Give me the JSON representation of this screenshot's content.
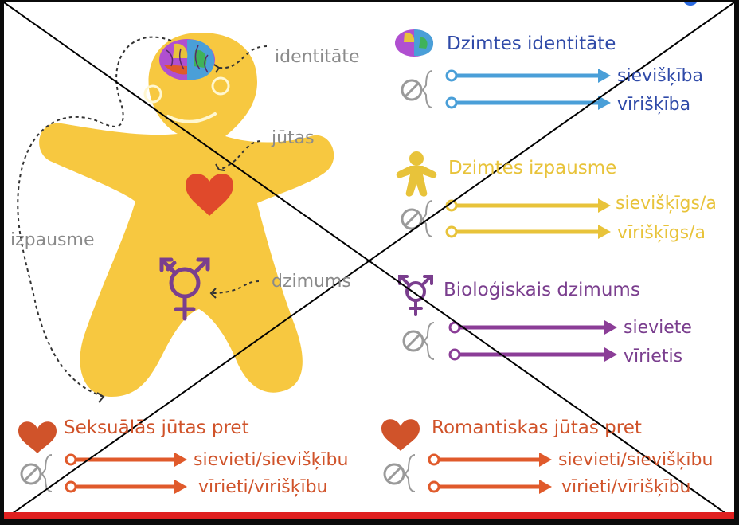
{
  "figure_labels": {
    "identity": "identitāte",
    "feelings": "jūtas",
    "expression": "izpausme",
    "sex": "dzimums"
  },
  "sections": [
    {
      "id": "identity",
      "title": "Dzimtes identitāte",
      "icon": "brain-icon",
      "color": "#2f4aa8",
      "arrow_color": "#4a9fd8",
      "items": [
        "sievišķība",
        "vīrišķība"
      ]
    },
    {
      "id": "expression",
      "title": "Dzimtes izpausme",
      "icon": "gingerbread-person-icon",
      "color": "#e8c33a",
      "arrow_color": "#e8c33a",
      "items": [
        "sievišķīgs/a",
        "vīrišķīgs/a"
      ]
    },
    {
      "id": "sex",
      "title": "Bioloģiskais dzimums",
      "icon": "transgender-symbol-icon",
      "color": "#7a3e8e",
      "arrow_color": "#8b3d97",
      "items": [
        "sieviete",
        "vīrietis"
      ]
    },
    {
      "id": "sexual",
      "title": "Seksuālās jūtas pret",
      "icon": "heart-icon",
      "color": "#d0532a",
      "arrow_color": "#e05a2b",
      "items": [
        "sievieti/sievišķību",
        "vīrieti/vīrišķību"
      ]
    },
    {
      "id": "romantic",
      "title": "Romantiskas jūtas pret",
      "icon": "heart-icon",
      "color": "#d0532a",
      "arrow_color": "#e05a2b",
      "items": [
        "sievieti/sievišķību",
        "vīrieti/vīrišķību"
      ]
    }
  ],
  "colors": {
    "figure": "#f7c840",
    "heart": "#e0492b",
    "symbol": "#7a3e8e",
    "cross_lines": "#000000",
    "bottom_bar": "#e02020",
    "none_icon": "#9a9a9a"
  }
}
